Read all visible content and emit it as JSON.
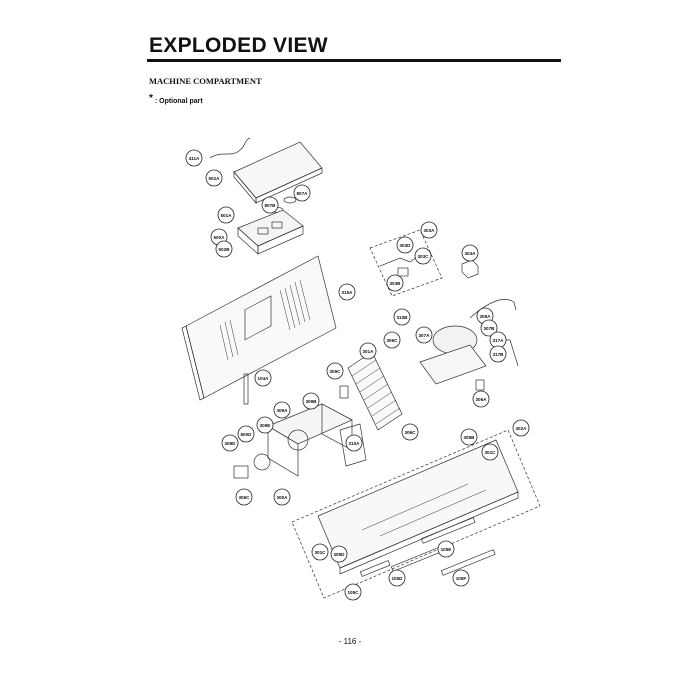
{
  "header": {
    "title": "EXPLODED VIEW",
    "section": "MACHINE COMPARTMENT",
    "optional_star": "*",
    "optional_label": ": Optional part"
  },
  "callouts": {
    "c411A": "411A",
    "c502A": "502A",
    "c807A": "807A",
    "c807B": "807B",
    "c501A": "501A",
    "c500A": "500A",
    "c502B": "502B",
    "c303A": "303A",
    "c303B": "303B",
    "c303C": "303C",
    "c303D": "303D",
    "c304A": "304A",
    "c315A": "315A",
    "c310B": "310B",
    "c307A": "307A",
    "c308A": "308A",
    "c307B": "307B",
    "c317A": "317A",
    "c317B": "317B",
    "c306C": "306C",
    "c301A": "301A",
    "c309C": "309C",
    "c306A": "306A",
    "c104A": "104A",
    "c309B": "309B",
    "c309A": "309A",
    "c310A": "310A",
    "c306C2": "306C",
    "c600D": "600D",
    "c309D": "309D",
    "c309E": "309E",
    "c306C3": "306C",
    "c300A": "300A",
    "c302A": "302A",
    "c305B": "305B",
    "c301C": "301C",
    "c301C2": "301C",
    "c305D": "305D",
    "c105E": "105E",
    "c105C": "105C",
    "c105D": "105D",
    "c105F": "105F"
  },
  "footer": {
    "page": "- 116 -"
  }
}
